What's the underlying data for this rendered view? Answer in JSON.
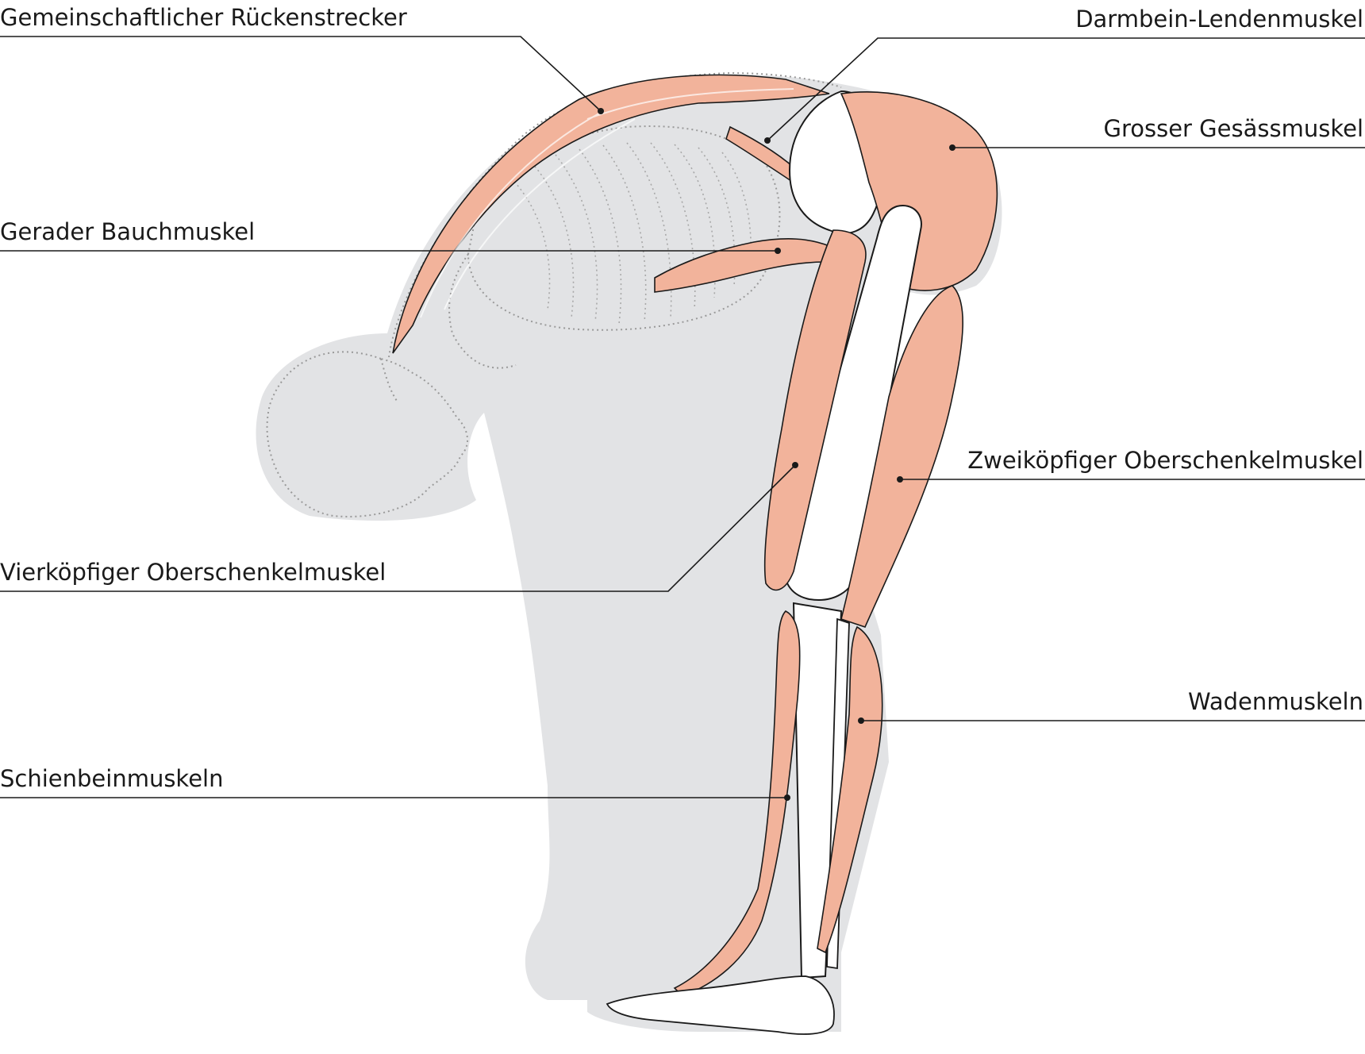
{
  "labels": {
    "erector_spinae": "Gemeinschaftlicher Rückenstrecker",
    "iliopsoas": "Darmbein-Lendenmuskel",
    "gluteus_maximus": "Grosser Gesässmuskel",
    "rectus_abdominis": "Gerader Bauchmuskel",
    "biceps_femoris": "Zweiköpfiger Oberschenkelmuskel",
    "quadriceps": "Vierköpfiger Oberschenkelmuskel",
    "calf_muscles": "Wadenmuskeln",
    "tibialis": "Schienbeinmuskeln"
  },
  "colors": {
    "silhouette": "#e2e3e5",
    "muscle": "#f2b39b",
    "muscle_dark": "#e89178",
    "muscle_light": "#f9d3c3",
    "bone": "#ffffff",
    "outline": "#1a1a1a",
    "skeleton_dots": "#9a9a9a"
  }
}
